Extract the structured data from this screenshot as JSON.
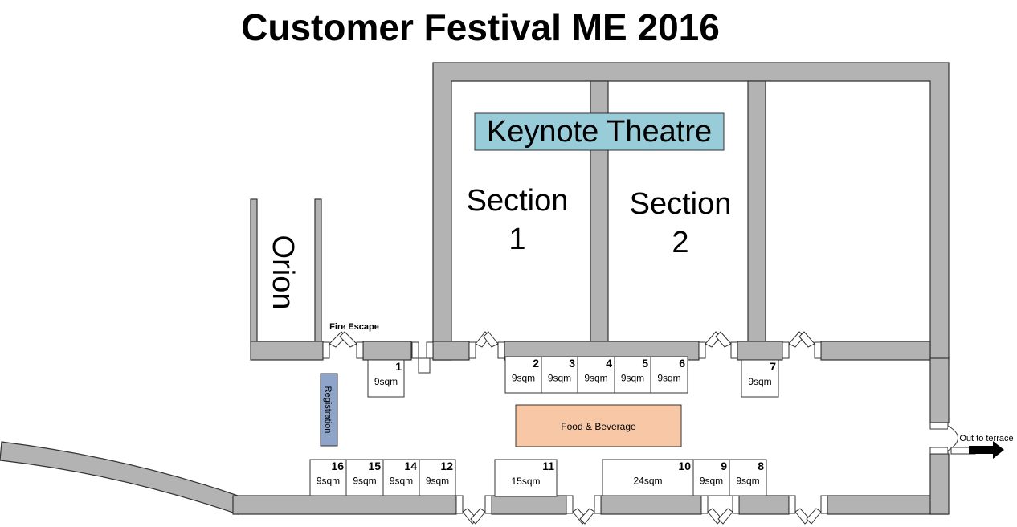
{
  "title": "Customer Festival ME 2016",
  "rooms": {
    "keynote": "Keynote Theatre",
    "section1": [
      "Section",
      "1"
    ],
    "section2": [
      "Section",
      "2"
    ],
    "orion": "Orion"
  },
  "labels": {
    "fire_escape": "Fire Escape",
    "registration": "Registration",
    "food_beverage": "Food & Beverage",
    "terrace": "Out to terrace"
  },
  "booths": [
    {
      "number": "1",
      "size": "9sqm"
    },
    {
      "number": "2",
      "size": "9sqm"
    },
    {
      "number": "3",
      "size": "9sqm"
    },
    {
      "number": "4",
      "size": "9sqm"
    },
    {
      "number": "5",
      "size": "9sqm"
    },
    {
      "number": "6",
      "size": "9sqm"
    },
    {
      "number": "7",
      "size": "9sqm"
    },
    {
      "number": "8",
      "size": "9sqm"
    },
    {
      "number": "9",
      "size": "9sqm"
    },
    {
      "number": "10",
      "size": "24sqm"
    },
    {
      "number": "11",
      "size": "15sqm"
    },
    {
      "number": "12",
      "size": "9sqm"
    },
    {
      "number": "14",
      "size": "9sqm"
    },
    {
      "number": "15",
      "size": "9sqm"
    },
    {
      "number": "16",
      "size": "9sqm"
    }
  ],
  "colors": {
    "wall": "#b3b3b3",
    "keynote_fill": "#99ccd9",
    "registration_fill": "#8fa4c9",
    "food_fill": "#f8c8a6"
  }
}
